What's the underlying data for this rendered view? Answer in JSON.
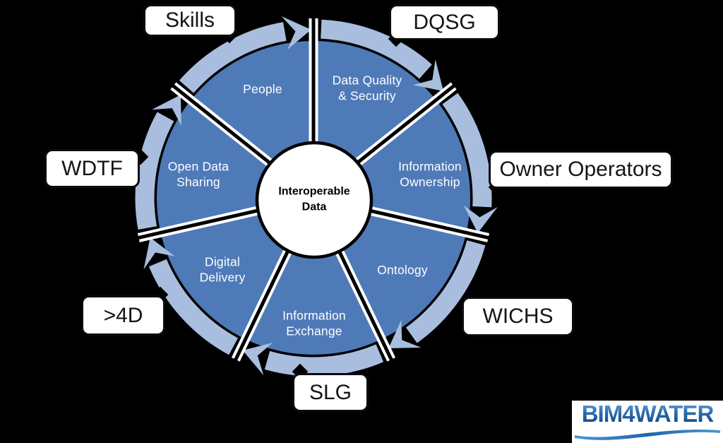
{
  "canvas": {
    "background": "#000000"
  },
  "hub": {
    "label": "Interoperable Data",
    "fill": "#ffffff",
    "border": "#000000"
  },
  "wheel": {
    "segment_color": "#4f7ab8",
    "ring_color": "#a9bede",
    "divider_color": "#ffffff",
    "gap_color": "#000000",
    "segments": [
      {
        "label": "Data Quality & Security",
        "callout": "DQSG"
      },
      {
        "label": "Information Ownership",
        "callout": "Owner Operators"
      },
      {
        "label": "Ontology",
        "callout": "WICHS"
      },
      {
        "label": "Information Exchange",
        "callout": "SLG"
      },
      {
        "label": "Digital Delivery",
        "callout": ">4D"
      },
      {
        "label": "Open Data Sharing",
        "callout": "WDTF"
      },
      {
        "label": "People",
        "callout": "Skills"
      }
    ]
  },
  "callouts": [
    {
      "label": "Skills"
    },
    {
      "label": "DQSG"
    },
    {
      "label": "Owner Operators"
    },
    {
      "label": "WICHS"
    },
    {
      "label": "SLG"
    },
    {
      "label": ">4D"
    },
    {
      "label": "WDTF"
    }
  ],
  "logo": {
    "text": "BIM4WATER",
    "text_color_dark": "#163f7b",
    "text_color_light": "#6ea7da",
    "wave_color": "#2e7cc2",
    "background": "#ffffff"
  }
}
